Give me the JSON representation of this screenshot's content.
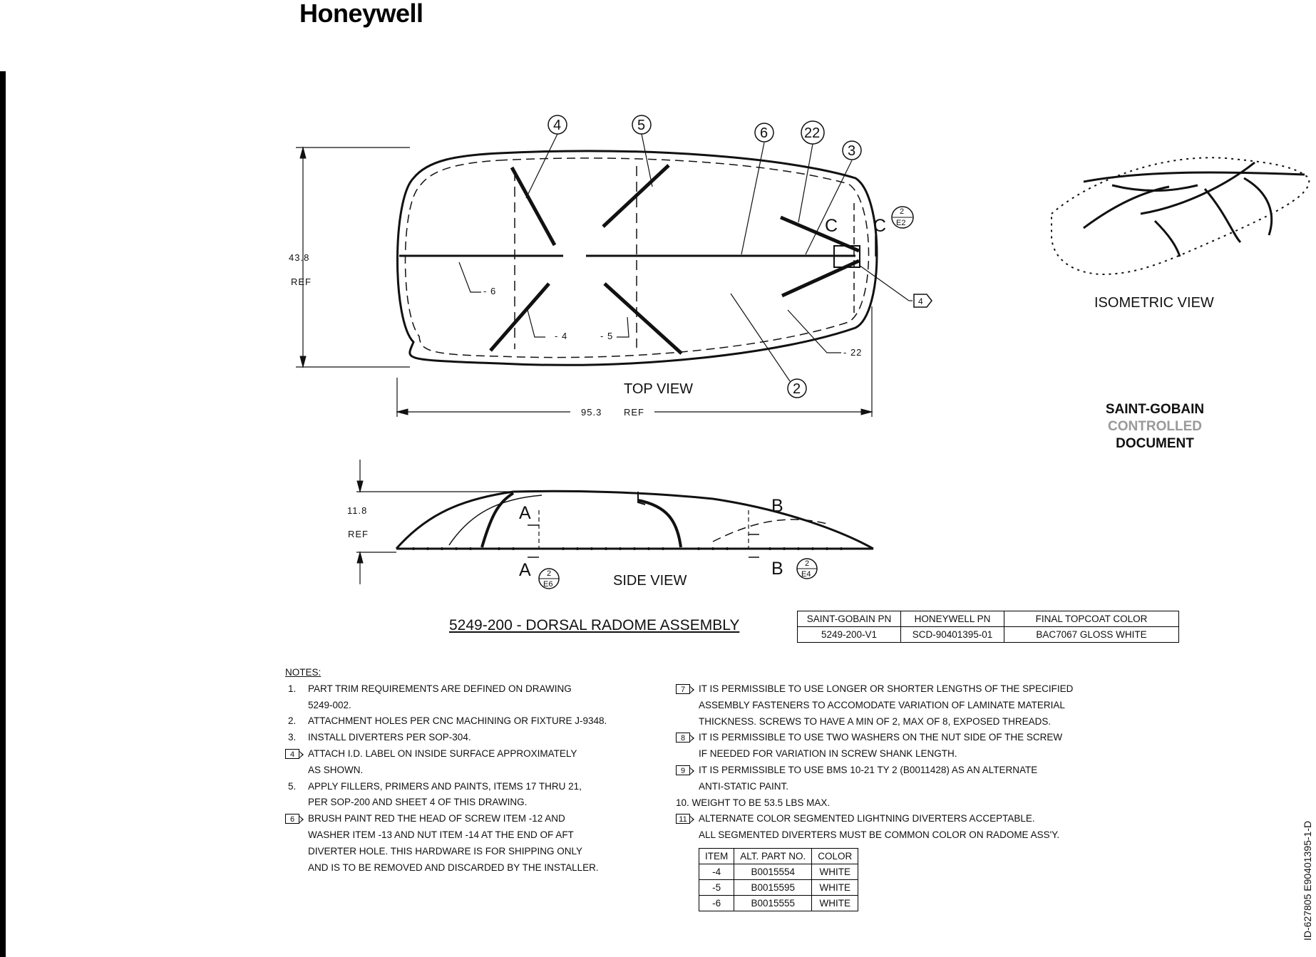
{
  "header": {
    "logo": "Honeywell"
  },
  "views": {
    "top": "TOP VIEW",
    "side": "SIDE VIEW",
    "isometric": "ISOMETRIC VIEW"
  },
  "dimensions": {
    "width_value": "43.8",
    "width_ref": "REF",
    "length_value": "95.3",
    "length_ref": "REF",
    "height_value": "11.8",
    "height_ref": "REF"
  },
  "callouts": {
    "c4": "4",
    "c5": "5",
    "c6": "6",
    "c22": "22",
    "c3": "3",
    "c2": "2",
    "dash6": "- 6",
    "dash4": "- 4",
    "dash5": "- 5",
    "dash22": "- 22",
    "flag4": "4",
    "section_c": "C",
    "section_a": "A",
    "section_b": "B",
    "sheet_top": "2",
    "zone_c": "E2",
    "zone_a": "E6",
    "zone_b": "E4"
  },
  "controlled": {
    "line1": "SAINT-GOBAIN",
    "line2": "CONTROLLED",
    "line3": "DOCUMENT"
  },
  "title": "5249-200 - DORSAL RADOME ASSEMBLY",
  "pn_table": {
    "headers": [
      "SAINT-GOBAIN PN",
      "HONEYWELL PN",
      "FINAL TOPCOAT COLOR"
    ],
    "row": [
      "5249-200-V1",
      "SCD-90401395-01",
      "BAC7067 GLOSS WHITE"
    ]
  },
  "notes": {
    "heading": "NOTES:",
    "n1a": "PART TRIM REQUIREMENTS  ARE DEFINED ON DRAWING",
    "n1b": "5249-002.",
    "n2": "ATTACHMENT HOLES PER CNC MACHINING OR FIXTURE J-9348.",
    "n3": "INSTALL DIVERTERS PER SOP-304.",
    "n4a": "ATTACH I.D. LABEL ON INSIDE SURFACE APPROXIMATELY",
    "n4b": "AS SHOWN.",
    "n5a": "APPLY FILLERS, PRIMERS AND PAINTS, ITEMS 17 THRU 21,",
    "n5b": "PER SOP-200 AND SHEET 4 OF THIS DRAWING.",
    "n6a": "BRUSH PAINT RED THE HEAD OF SCREW ITEM -12 AND",
    "n6b": "WASHER ITEM -13 AND NUT ITEM -14 AT THE END OF AFT",
    "n6c": " DIVERTER HOLE. THIS HARDWARE IS FOR SHIPPING ONLY",
    "n6d": "AND IS TO BE REMOVED AND DISCARDED BY THE INSTALLER.",
    "n7a": "IT IS PERMISSIBLE TO USE LONGER OR SHORTER LENGTHS OF THE SPECIFIED",
    "n7b": "ASSEMBLY FASTENERS TO ACCOMODATE VARIATION OF LAMINATE MATERIAL",
    "n7c": "THICKNESS.  SCREWS TO HAVE A MIN OF 2, MAX OF 8, EXPOSED THREADS.",
    "n8a": "IT IS PERMISSIBLE TO USE TWO WASHERS ON THE NUT SIDE OF THE SCREW",
    "n8b": "IF NEEDED FOR VARIATION IN SCREW SHANK LENGTH.",
    "n9a": "IT IS PERMISSIBLE TO USE BMS 10-21 TY 2 (B0011428) AS AN ALTERNATE",
    "n9b": "ANTI-STATIC PAINT.",
    "n10": "WEIGHT TO BE 53.5 LBS MAX.",
    "n11a": "ALTERNATE COLOR SEGMENTED LIGHTNING DIVERTERS ACCEPTABLE.",
    "n11b": "ALL SEGMENTED DIVERTERS MUST BE COMMON COLOR ON RADOME ASS'Y."
  },
  "note_numbers": {
    "n1": "1.",
    "n2": "2.",
    "n3": "3.",
    "n4": "4",
    "n5": "5.",
    "n6": "6",
    "n7": "7",
    "n8": "8",
    "n9": "9",
    "n10": "10.",
    "n11": "11"
  },
  "alt_table": {
    "headers": [
      "ITEM",
      "ALT. PART NO.",
      "COLOR"
    ],
    "rows": [
      [
        "-4",
        "B0015554",
        "WHITE"
      ],
      [
        "-5",
        "B0015595",
        "WHITE"
      ],
      [
        "-6",
        "B0015555",
        "WHITE"
      ]
    ]
  },
  "doc_id": "ID-627805   E90401395-1-D"
}
